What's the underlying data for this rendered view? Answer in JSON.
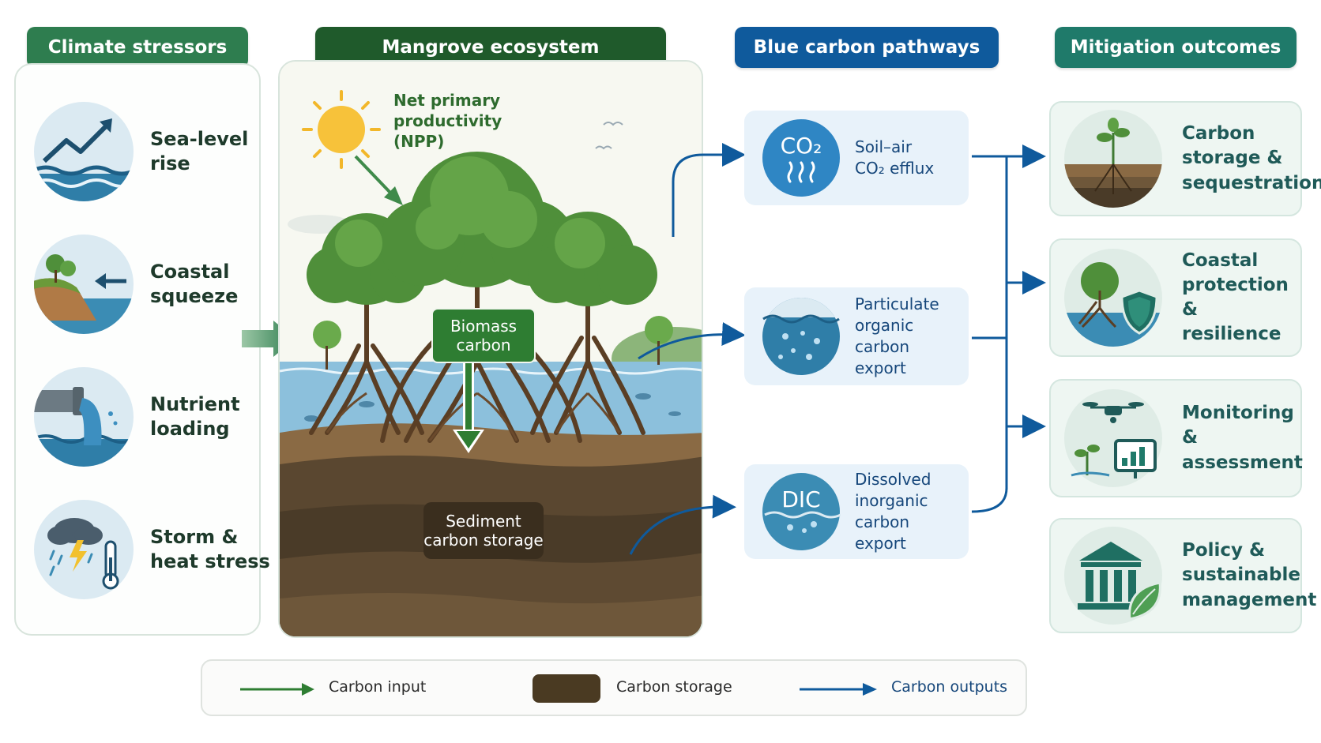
{
  "headers": {
    "stressors": "Climate stressors",
    "ecosystem": "Mangrove ecosystem",
    "pathways": "Blue carbon pathways",
    "outcomes": "Mitigation outcomes"
  },
  "stressors": [
    {
      "label": "Sea-level\nrise",
      "icon": "sea-level-rise-icon"
    },
    {
      "label": "Coastal\nsqueeze",
      "icon": "coastal-squeeze-icon"
    },
    {
      "label": "Nutrient\nloading",
      "icon": "nutrient-loading-icon"
    },
    {
      "label": "Storm &\nheat stress",
      "icon": "storm-heat-icon"
    }
  ],
  "ecosystem": {
    "npp_label": "Net primary\nproductivity\n(NPP)",
    "biomass_label": "Biomass\ncarbon",
    "sediment_label": "Sediment\ncarbon storage"
  },
  "pathways": [
    {
      "icon_text": "CO₂",
      "label": "Soil–air\nCO₂ efflux"
    },
    {
      "icon_text": "",
      "label": "Particulate\norganic carbon\nexport"
    },
    {
      "icon_text": "DIC",
      "label": "Dissolved\ninorganic carbon\nexport"
    }
  ],
  "outcomes": [
    {
      "label": "Carbon\nstorage &\nsequestration",
      "icon": "soil-seedling-icon"
    },
    {
      "label": "Coastal\nprotection &\nresilience",
      "icon": "shield-mangrove-icon"
    },
    {
      "label": "Monitoring &\nassessment",
      "icon": "drone-monitor-icon"
    },
    {
      "label": "Policy &\nsustainable\nmanagement",
      "icon": "institution-leaf-icon"
    }
  ],
  "legend": {
    "input": "Carbon input",
    "storage": "Carbon storage",
    "outputs": "Carbon outputs"
  },
  "colors": {
    "input_green": "#2e7d32",
    "storage_brown": "#4a3a22",
    "output_blue": "#0f5a9c"
  }
}
